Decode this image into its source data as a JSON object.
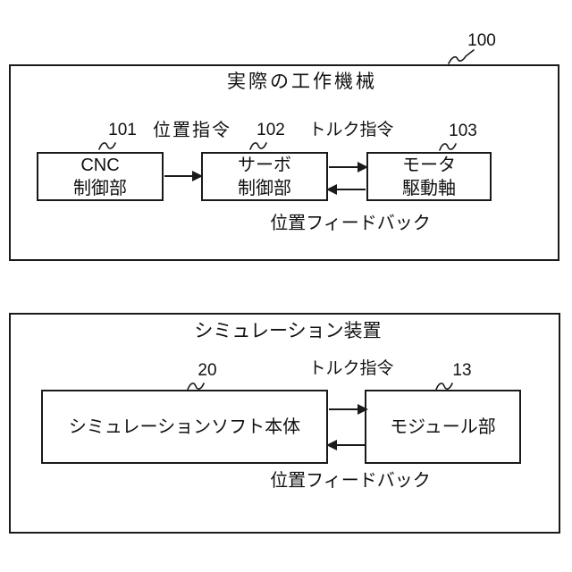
{
  "machine": {
    "ref": "100",
    "title": "実際の工作機械",
    "cnc": {
      "ref": "101",
      "label": "CNC\n制御部"
    },
    "servo": {
      "ref": "102",
      "label": "サーボ\n制御部"
    },
    "motor": {
      "ref": "103",
      "label": "モータ\n駆動軸"
    },
    "position_command": "位置指令",
    "torque_command": "トルク指令",
    "position_feedback": "位置フィードバック"
  },
  "simulation": {
    "title": "シミュレーション装置",
    "soft": {
      "ref": "20",
      "label": "シミュレーションソフト本体"
    },
    "module": {
      "ref": "13",
      "label": "モジュール部"
    },
    "torque_command": "トルク指令",
    "position_feedback": "位置フィードバック"
  },
  "colors": {
    "line": "#1a1a1a",
    "background": "#ffffff",
    "text": "#111111"
  }
}
